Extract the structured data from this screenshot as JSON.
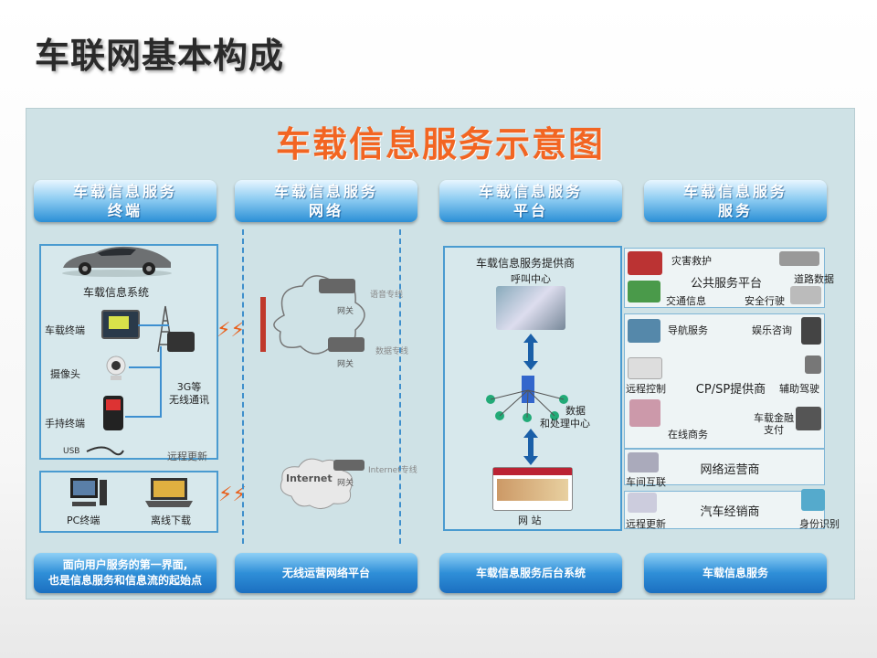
{
  "page_title": "车联网基本构成",
  "figure_title": "车载信息服务示意图",
  "columns": [
    {
      "line1": "车载信息服务",
      "line2": "终端"
    },
    {
      "line1": "车载信息服务",
      "line2": "网络"
    },
    {
      "line1": "车载信息服务",
      "line2": "平台"
    },
    {
      "line1": "车载信息服务",
      "line2": "服务"
    }
  ],
  "footers": [
    {
      "line1": "面向用户服务的第一界面,",
      "line2": "也是信息服务和信息流的起始点"
    },
    {
      "line1": "无线运营网络平台",
      "line2": ""
    },
    {
      "line1": "车载信息服务后台系统",
      "line2": ""
    },
    {
      "line1": "车载信息服务",
      "line2": ""
    }
  ],
  "terminal": {
    "system": "车载信息系统",
    "car_terminal": "车载终端",
    "camera": "摄像头",
    "handheld": "手持终端",
    "wireless": "3G等",
    "wireless2": "无线通讯",
    "usb": "USB",
    "remote_update": "远程更新",
    "pc": "PC终端",
    "offline": "离线下载"
  },
  "network": {
    "gateway": "网关",
    "internet": "Internet",
    "label_a": "语音专线",
    "label_b": "数据专线",
    "label_c": "Internet专线"
  },
  "platform": {
    "provider": "车载信息服务提供商",
    "call_center": "呼叫中心",
    "data_center1": "数据",
    "data_center2": "和处理中心",
    "website": "网  站"
  },
  "service": {
    "disaster": "灾害救护",
    "public_platform": "公共服务平台",
    "road_data": "道路数据",
    "traffic_info": "交通信息",
    "safe_driving": "安全行驶",
    "navigation": "导航服务",
    "entertainment": "娱乐咨询",
    "cp_sp": "CP/SP提供商",
    "remote_control": "远程控制",
    "assist_driving": "辅助驾驶",
    "vehicle_finance1": "车载金融",
    "vehicle_finance2": "支付",
    "online_business": "在线商务",
    "network_operator": "网络运营商",
    "vehicle_interconnect": "车间互联",
    "dealer": "汽车经销商",
    "remote_update": "远程更新",
    "identity": "身份识别"
  }
}
